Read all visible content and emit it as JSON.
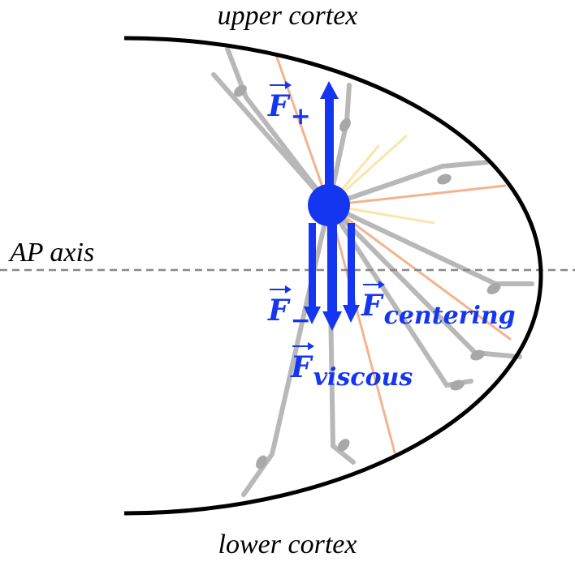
{
  "labels": {
    "upper_cortex": "upper cortex",
    "lower_cortex": "lower cortex",
    "ap_axis": "AP axis"
  },
  "forces": {
    "plus": {
      "symbol": "F",
      "subscript": "+"
    },
    "minus": {
      "symbol": "F",
      "subscript": "−"
    },
    "centering": {
      "symbol": "F",
      "subscript": "centering"
    },
    "viscous": {
      "symbol": "F",
      "subscript": "viscous"
    }
  },
  "colors": {
    "force_blue": "#1536f0",
    "microtubule_gray": "#b8b8b8",
    "microtubule_orange": "#f2b48e",
    "microtubule_yellow": "#f9e6a8",
    "cortex_black": "#000000",
    "axis_gray": "#888888"
  }
}
